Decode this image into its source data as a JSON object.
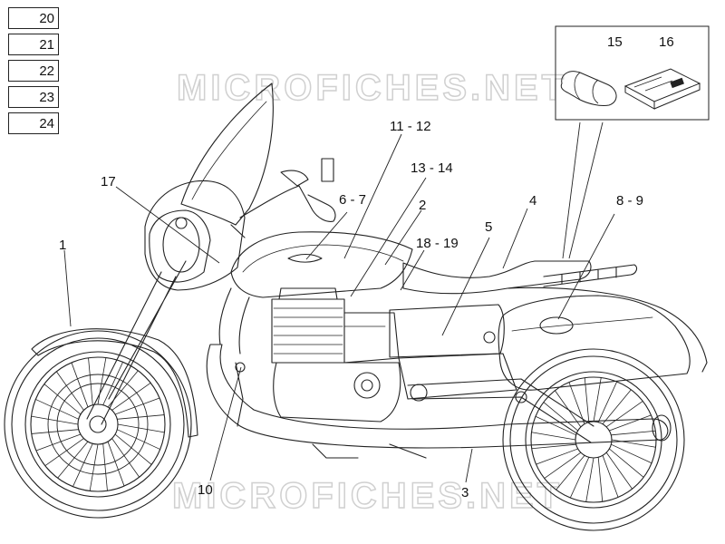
{
  "legend_boxes": [
    "20",
    "21",
    "22",
    "23",
    "24"
  ],
  "watermark": "MICROFICHES.NET",
  "callouts": {
    "c1": "1",
    "c2": "2",
    "c3": "3",
    "c4": "4",
    "c5": "5",
    "c6_7": "6 - 7",
    "c8_9": "8 - 9",
    "c10": "10",
    "c11_12": "11 - 12",
    "c13_14": "13 - 14",
    "c15": "15",
    "c16": "16",
    "c17": "17",
    "c18_19": "18 - 19"
  },
  "colors": {
    "line": "#222222",
    "watermark": "#d8d8d8"
  }
}
